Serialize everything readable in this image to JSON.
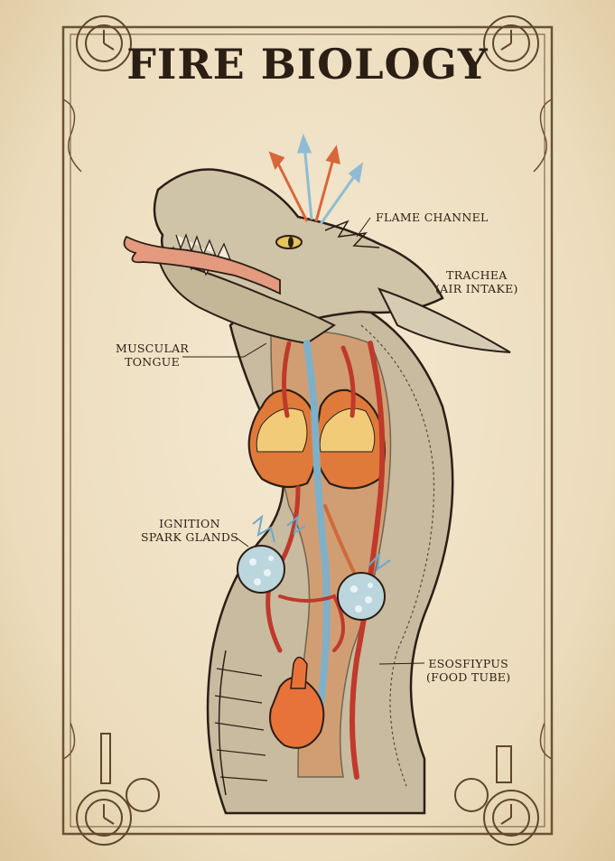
{
  "title": "FIRE BIOLOGY",
  "labels": {
    "flame_channel": "FLAME CHANNEL",
    "trachea": [
      "TRACHEA",
      "(AIR INTAKE)"
    ],
    "muscular_tongue": [
      "MUSCULAR",
      "TONGUE"
    ],
    "ignition_spark_glands": [
      "IGNITION",
      "SPARK GLANDS"
    ],
    "esophagus": [
      "ESOSFIYPUS",
      "(FOOD TUBE)"
    ]
  },
  "colors": {
    "parchment": "#efe2c6",
    "ink": "#2b1f15",
    "gland_orange": "#e07a3a",
    "vessel_red": "#c0392b",
    "vessel_blue": "#7fb0c8",
    "arrow_orange": "#d9663a",
    "arrow_blue": "#8fbcd4"
  }
}
